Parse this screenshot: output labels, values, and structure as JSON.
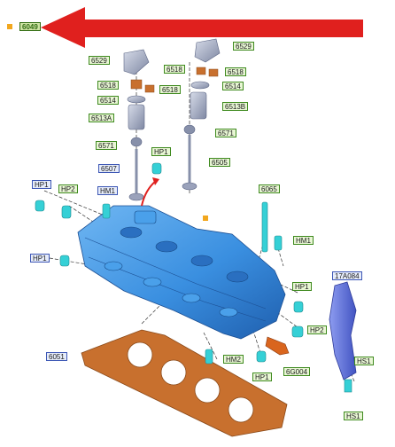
{
  "colors": {
    "arrow": "#e0201e",
    "head_blue": "#3a8fe0",
    "head_dark": "#1f5fae",
    "gasket": "#c8702e",
    "gasket_dark": "#8a4a1a",
    "bracket": "#5b6fd6",
    "part_gray": "#a9b0c4",
    "seal_cyan": "#35d0d6",
    "label_green_border": "#3f8a1f",
    "label_blue_border": "#3d57b5"
  },
  "header": {
    "marker_icon": "orange-square-icon",
    "selected_ref": "6049"
  },
  "labels": [
    {
      "text": "6529",
      "style": "g"
    },
    {
      "text": "6529",
      "style": "g"
    },
    {
      "text": "6518",
      "style": "g"
    },
    {
      "text": "6518",
      "style": "g"
    },
    {
      "text": "6518",
      "style": "g"
    },
    {
      "text": "6518",
      "style": "g"
    },
    {
      "text": "6514",
      "style": "g"
    },
    {
      "text": "6514",
      "style": "g"
    },
    {
      "text": "6513A",
      "style": "g"
    },
    {
      "text": "6513B",
      "style": "g"
    },
    {
      "text": "6571",
      "style": "g"
    },
    {
      "text": "6571",
      "style": "g"
    },
    {
      "text": "HP1",
      "style": "g"
    },
    {
      "text": "6507",
      "style": "b"
    },
    {
      "text": "6505",
      "style": "g"
    },
    {
      "text": "HP1",
      "style": "b"
    },
    {
      "text": "HP2",
      "style": "g"
    },
    {
      "text": "HM1",
      "style": "b"
    },
    {
      "text": "6065",
      "style": "g"
    },
    {
      "text": "HM1",
      "style": "g"
    },
    {
      "text": "HP1",
      "style": "b"
    },
    {
      "text": "17A084",
      "style": "b"
    },
    {
      "text": "HP1",
      "style": "g"
    },
    {
      "text": "HP2",
      "style": "g"
    },
    {
      "text": "6051",
      "style": "b"
    },
    {
      "text": "HM2",
      "style": "g"
    },
    {
      "text": "6G004",
      "style": "g"
    },
    {
      "text": "HS1",
      "style": "g"
    },
    {
      "text": "HP1",
      "style": "g"
    },
    {
      "text": "HS1",
      "style": "g"
    }
  ]
}
